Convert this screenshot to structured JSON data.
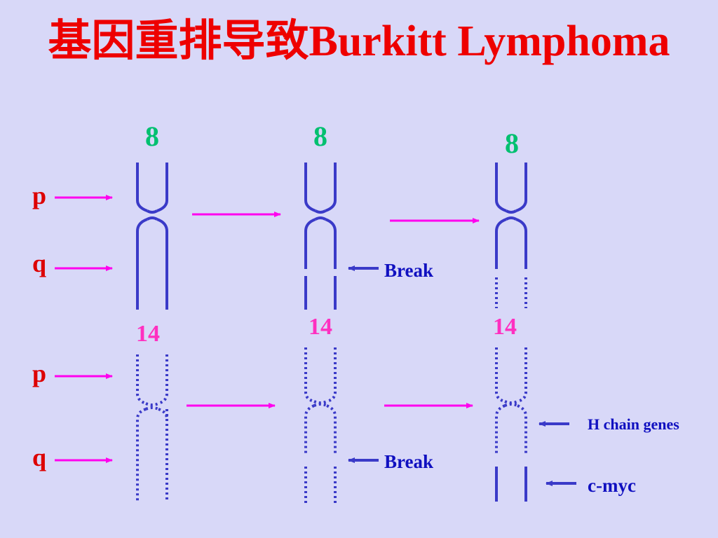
{
  "title": "基因重排导致Burkitt Lymphoma",
  "colors": {
    "background": "#d8d8f8",
    "title": "#ee0000",
    "chromosome": "#3a3ac8",
    "arrow_magenta": "#ff00ee",
    "label_green": "#00c070",
    "label_pink": "#ff30c0",
    "arm_label": "#dd0000",
    "note": "#1010c0"
  },
  "chromosome_labels": {
    "chr8": [
      "8",
      "8",
      "8"
    ],
    "chr14": [
      "14",
      "14",
      "14"
    ]
  },
  "arm_labels": [
    "p",
    "q",
    "p",
    "q"
  ],
  "annotations": {
    "break_8": "Break",
    "break_14": "Break",
    "h_chain": "H chain genes",
    "cmyc": "c-myc"
  }
}
